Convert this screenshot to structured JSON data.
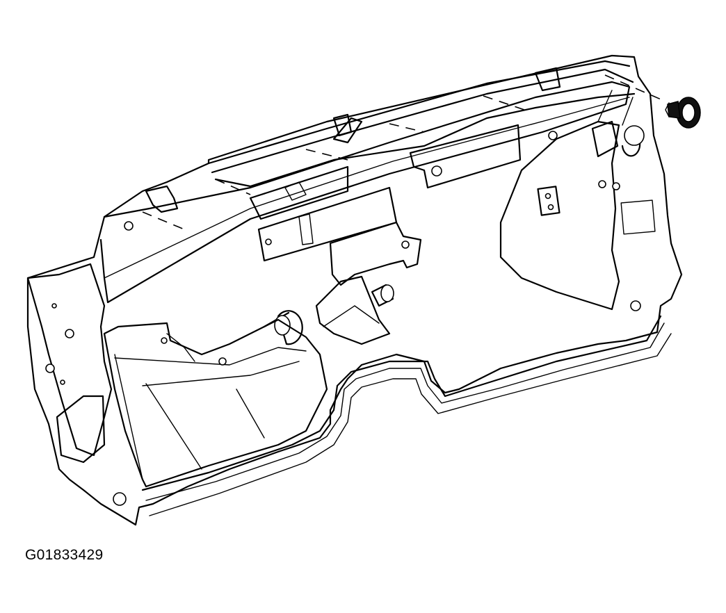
{
  "figure": {
    "id_label": "G01833429"
  },
  "parts": {
    "panel": "dash-panel-assembly",
    "fastener": "push-pin-retainer",
    "fastener_icon": "push-pin-icon"
  },
  "colors": {
    "line": "#000000",
    "background": "#ffffff"
  }
}
